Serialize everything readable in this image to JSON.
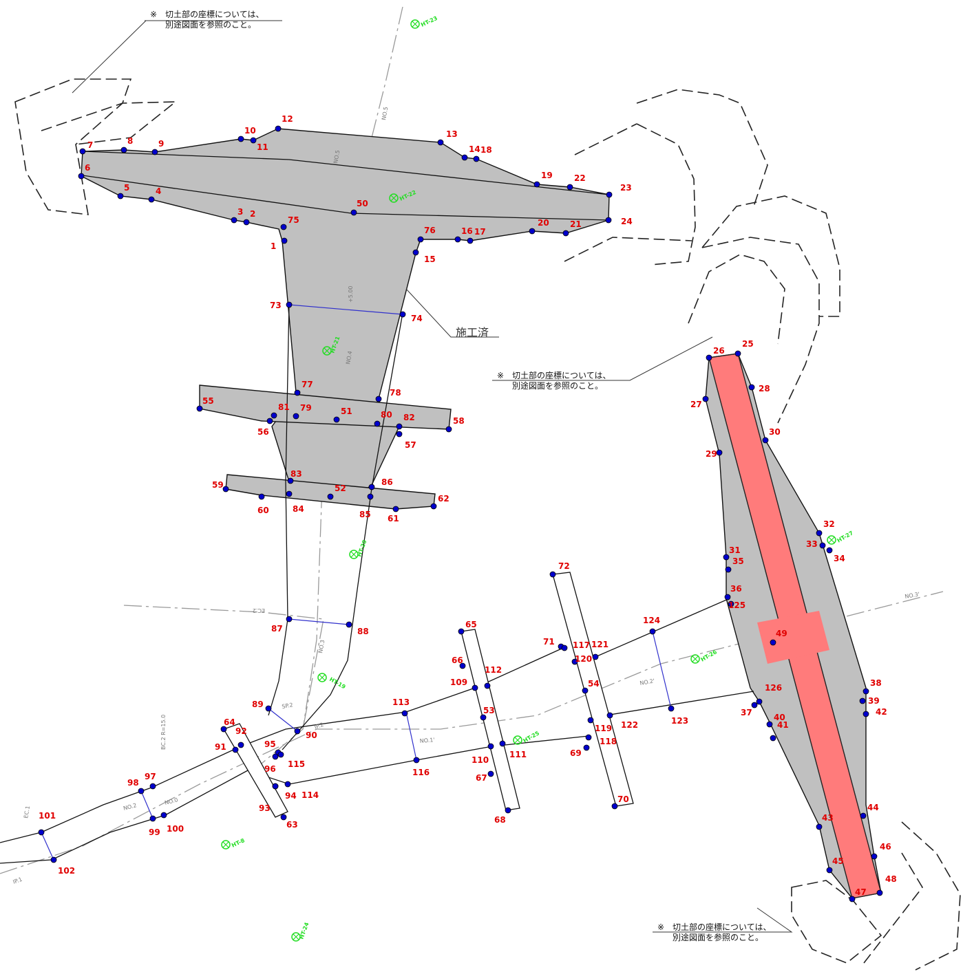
{
  "notes": [
    {
      "line1": "※　切土部の座標については、",
      "line2": "別途図面を参照のこと。"
    },
    {
      "line1": "※　切土部の座標については、",
      "line2": "別途図面を参照のこと。"
    },
    {
      "line1": "※　切土部の座標については、",
      "line2": "別途図面を参照のこと。"
    }
  ],
  "completed_label": "施工済",
  "colors": {
    "fill_gray": "#c0c0c0",
    "fill_red": "#ff7b7b",
    "point": "#0000cc",
    "label": "#e00000",
    "benchmark": "#22dd22",
    "centerline": "#999999"
  },
  "station_labels": [
    "NO.5",
    "NO.4",
    "+5.00",
    "NO.3",
    "NO.1'",
    "NO.2'",
    "NO.3'",
    "NO.2",
    "NO.0",
    "EC.2",
    "BC.2 R=15.0",
    "IP.2",
    "SP.2",
    "IP.1",
    "EC.1",
    "NO.5"
  ],
  "benchmarks": [
    "HT-23",
    "HT-22",
    "HT-21",
    "HT-20",
    "HT-19",
    "HT-25",
    "HT-26",
    "HT-27",
    "HT-8",
    "HT-24"
  ],
  "points": [
    "1",
    "2",
    "3",
    "4",
    "5",
    "6",
    "7",
    "8",
    "9",
    "10",
    "11",
    "12",
    "13",
    "14",
    "18",
    "19",
    "22",
    "23",
    "24",
    "21",
    "20",
    "17",
    "16",
    "76",
    "15",
    "75",
    "73",
    "74",
    "77",
    "78",
    "55",
    "81",
    "79",
    "51",
    "80",
    "82",
    "58",
    "56",
    "57",
    "59",
    "83",
    "52",
    "86",
    "62",
    "60",
    "84",
    "85",
    "61",
    "87",
    "88",
    "89",
    "90",
    "95",
    "96",
    "115",
    "64",
    "92",
    "91",
    "93",
    "63",
    "94",
    "114",
    "97",
    "98",
    "99",
    "100",
    "101",
    "102",
    "65",
    "66",
    "109",
    "112",
    "53",
    "110",
    "111",
    "67",
    "68",
    "113",
    "116",
    "72",
    "71",
    "117",
    "120",
    "121",
    "54",
    "119",
    "118",
    "122",
    "69",
    "70",
    "124",
    "123",
    "26",
    "25",
    "27",
    "28",
    "29",
    "30",
    "31",
    "35",
    "36",
    "125",
    "32",
    "33",
    "34",
    "49",
    "126",
    "37",
    "40",
    "41",
    "38",
    "39",
    "42",
    "44",
    "43",
    "46",
    "45",
    "48",
    "47",
    "50"
  ]
}
